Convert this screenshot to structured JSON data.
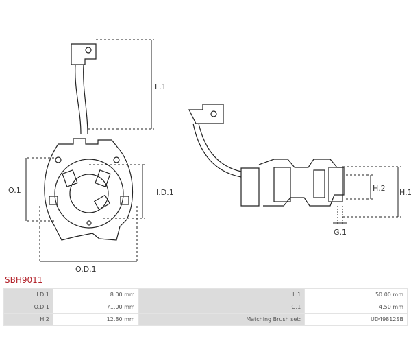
{
  "product_code": "SBH9011",
  "diagram": {
    "labels": {
      "l1": "L.1",
      "o1": "O.1",
      "id1": "I.D.1",
      "od1": "O.D.1",
      "h2": "H.2",
      "h1": "H.1",
      "g1": "G.1"
    }
  },
  "specs": [
    {
      "label1": "I.D.1",
      "value1": "8.00 mm",
      "label2": "L.1",
      "value2": "50.00 mm"
    },
    {
      "label1": "O.D.1",
      "value1": "71.00 mm",
      "label2": "G.1",
      "value2": "4.50 mm"
    },
    {
      "label1": "H.2",
      "value1": "12.80 mm",
      "label2": "Matching Brush set:",
      "value2": "UD49812SB"
    }
  ]
}
